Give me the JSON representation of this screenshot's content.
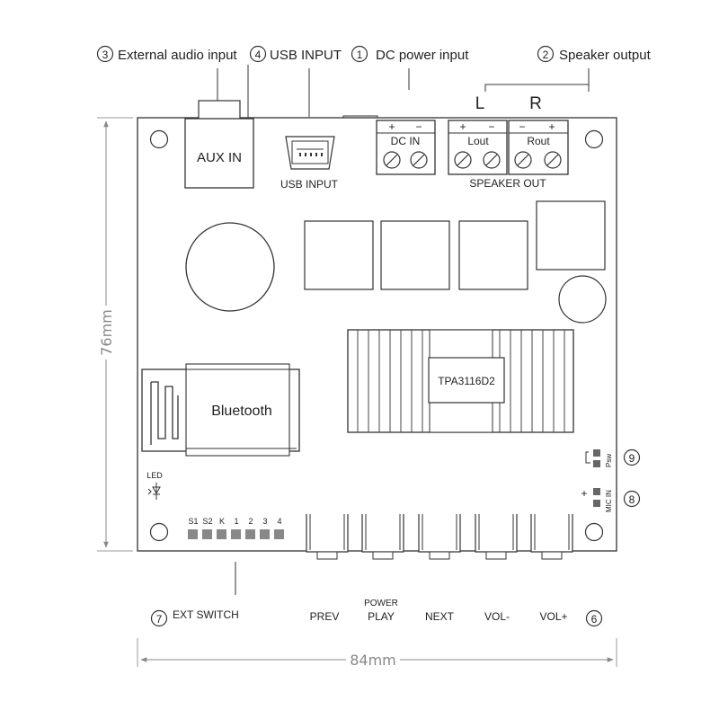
{
  "callouts": {
    "external_audio": {
      "num": "3",
      "text": "External audio input"
    },
    "usb": {
      "num": "4",
      "text": "USB INPUT"
    },
    "dc": {
      "num": "1",
      "text": "DC power input"
    },
    "speaker": {
      "num": "2",
      "text": "Speaker output"
    },
    "ext_switch": {
      "num": "7",
      "text": "EXT SWITCH"
    },
    "buttons_num": "6",
    "psw_num": "9",
    "mic_num": "8"
  },
  "speaker_channels": {
    "left": "L",
    "right": "R"
  },
  "board": {
    "aux_in": "AUX IN",
    "usb_input": "USB INPUT",
    "dc_in": "DC IN",
    "lout": "Lout",
    "rout": "Rout",
    "speaker_out": "SPEAKER OUT",
    "chip": "TPA3116D2",
    "bluetooth": "Bluetooth",
    "led": "LED",
    "psw": "Psw",
    "mic_in": "MIC IN",
    "plus": "+",
    "minus": "−",
    "switch_pins": [
      "S1",
      "S2",
      "K",
      "1",
      "2",
      "3",
      "4"
    ]
  },
  "buttons": [
    {
      "name": "prev",
      "label_top": "",
      "label": "PREV"
    },
    {
      "name": "power-play",
      "label_top": "POWER",
      "label": "PLAY"
    },
    {
      "name": "next",
      "label_top": "",
      "label": "NEXT"
    },
    {
      "name": "vol-minus",
      "label_top": "",
      "label": "VOL-"
    },
    {
      "name": "vol-plus",
      "label_top": "",
      "label": "VOL+"
    }
  ],
  "dimensions": {
    "height": "76mm",
    "width": "84mm"
  },
  "colors": {
    "outline": "#333333",
    "board_fill": "#ffffff",
    "dim_line": "#888888"
  }
}
